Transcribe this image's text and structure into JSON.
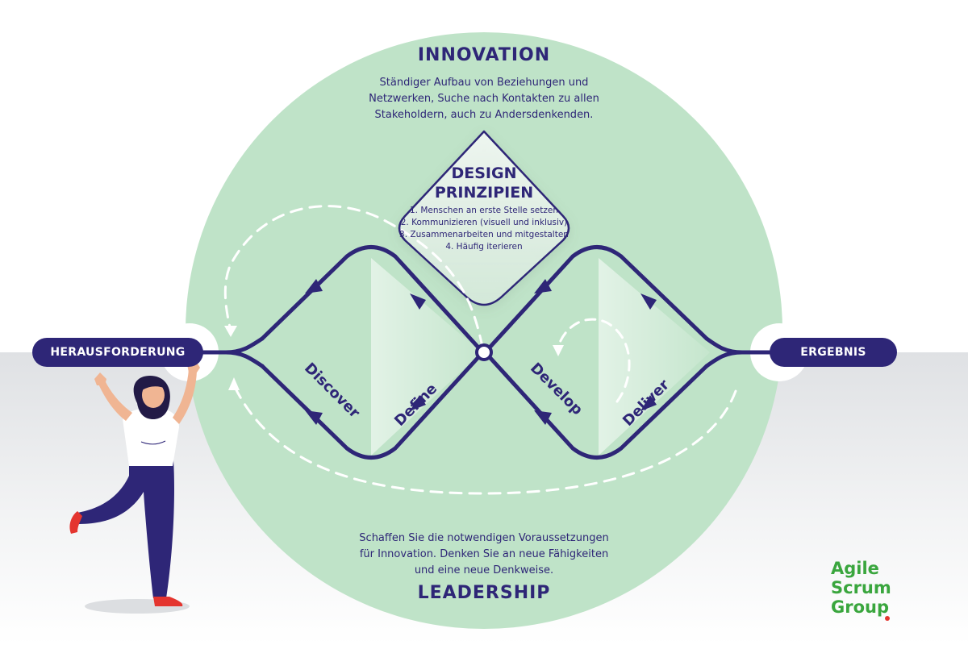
{
  "innovation": {
    "title": "INNOVATION",
    "lines": [
      "Ständiger Aufbau von Beziehungen und",
      "Netzwerken, Suche nach Kontakten zu allen",
      "Stakeholdern, auch zu Andersdenkenden."
    ]
  },
  "design_principles": {
    "title_lines": [
      "DESIGN",
      "PRINZIPIEN"
    ],
    "items": [
      "1. Menschen an erste Stelle setzen",
      "2. Kommunizieren (visuell und inklusiv)",
      "3. Zusammenarbeiten und mitgestalten",
      "4. Häufig iterieren"
    ]
  },
  "phases": {
    "discover": "Discover",
    "define": "Define",
    "develop": "Develop",
    "deliver": "Deliver"
  },
  "challenge_label": "HERAUSFORDERUNG",
  "result_label": "ERGEBNIS",
  "leadership": {
    "title": "LEADERSHIP",
    "lines": [
      "Schaffen Sie die notwendigen Voraussetzungen",
      "für Innovation. Denken Sie an neue Fähigkeiten",
      "und eine neue Denkweise."
    ]
  },
  "logo": {
    "lines": [
      "Agile",
      "Scrum",
      "Group"
    ]
  },
  "colors": {
    "navy": "#2e2677",
    "mint": "#bfe3c8",
    "logo_green": "#3aa63e",
    "accent_red": "#e4352f"
  }
}
